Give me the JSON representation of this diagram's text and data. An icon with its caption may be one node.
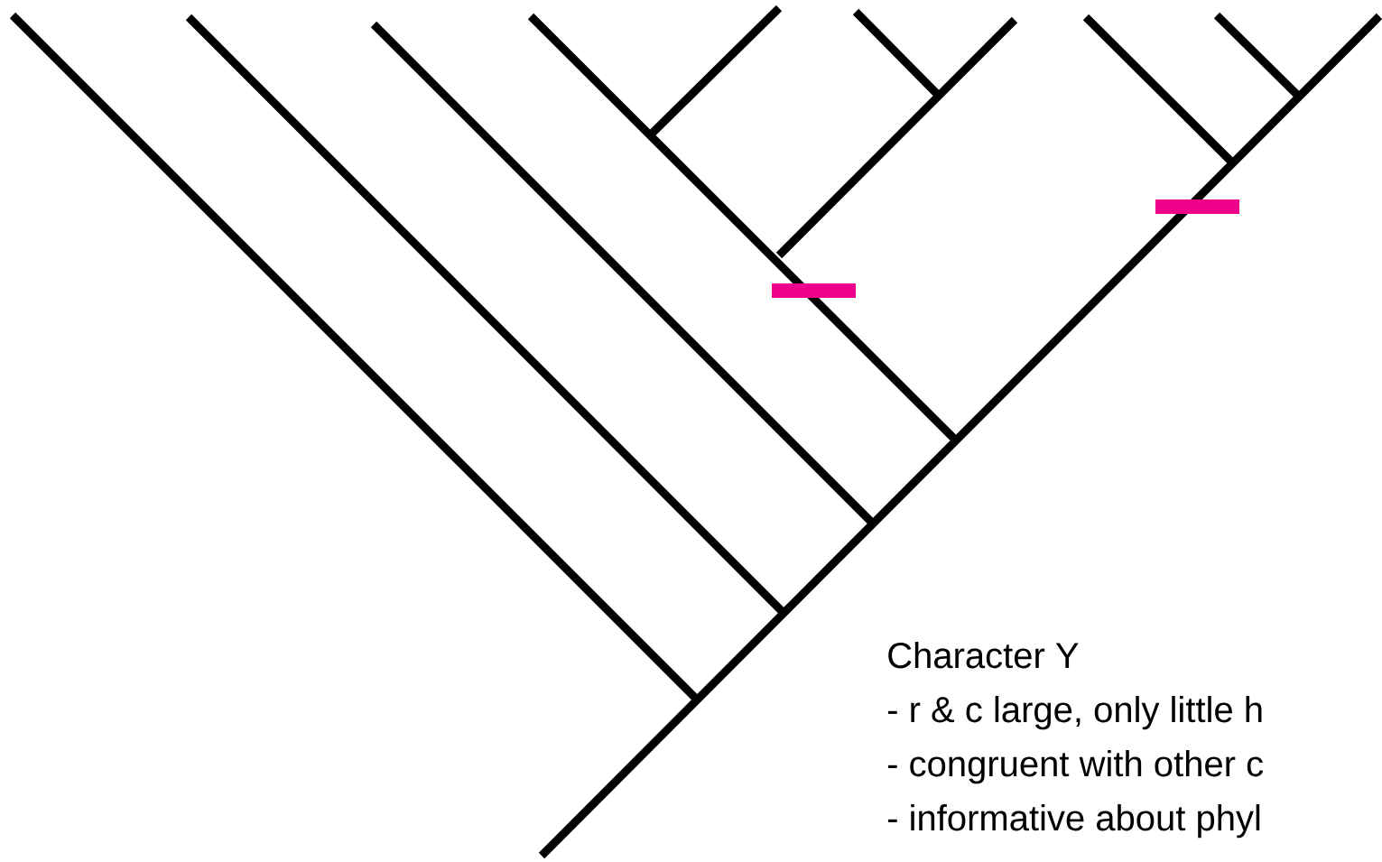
{
  "diagram": {
    "labels": [
      "Character Y",
      "- r & c large, only little h",
      "- congruent with other c",
      "- informative about phyl"
    ]
  }
}
